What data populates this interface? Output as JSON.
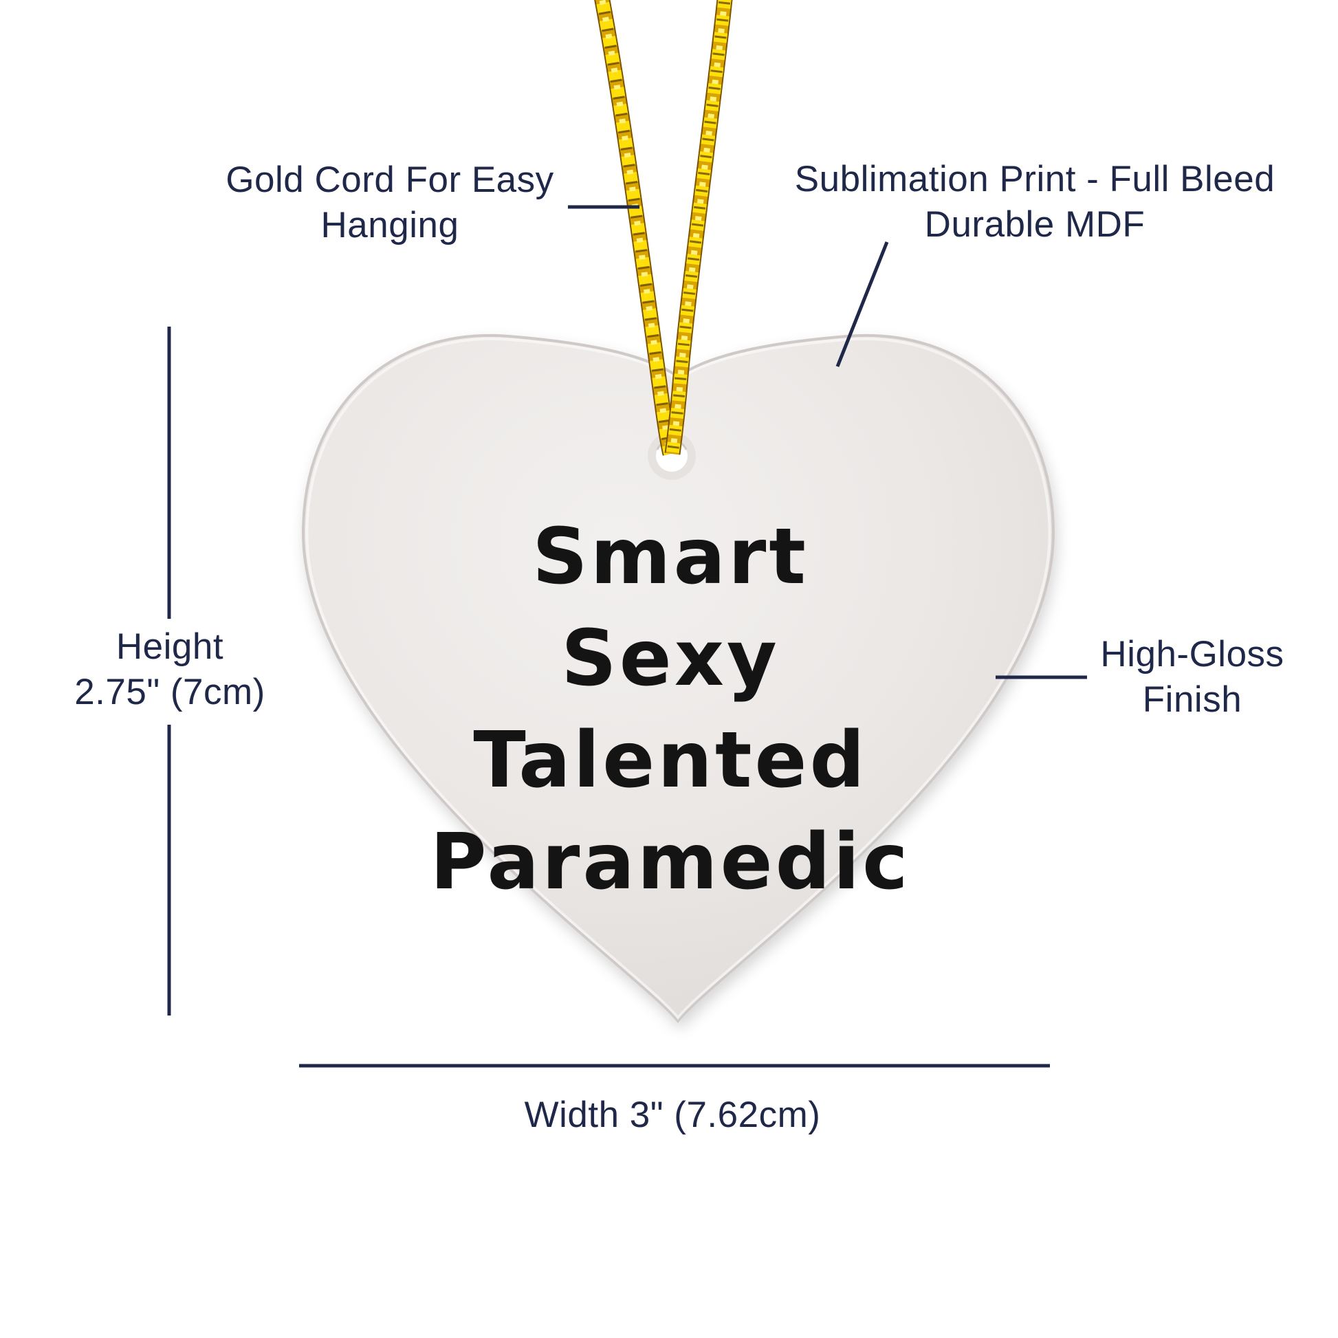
{
  "title": "Heart ornament product infographic",
  "ornament": {
    "text_lines": [
      "Smart",
      "Sexy",
      "Talented",
      "Paramedic"
    ]
  },
  "annotations": {
    "cord": {
      "line1": "Gold Cord For Easy",
      "line2": "Hanging"
    },
    "print": {
      "line1": "Sublimation Print - Full Bleed",
      "line2": "Durable MDF"
    },
    "gloss": {
      "line1": "High-Gloss",
      "line2": "Finish"
    },
    "height": {
      "line1": "Height",
      "line2": "2.75\" (7cm)"
    },
    "width": {
      "label": "Width 3\" (7.62cm)"
    }
  },
  "colors": {
    "annotation_text": "#20284a",
    "leader_line": "#20284a",
    "ornament_text": "#141414",
    "cord_gold": "#ffdf0a",
    "heart_surface": "#ebe7e5"
  }
}
